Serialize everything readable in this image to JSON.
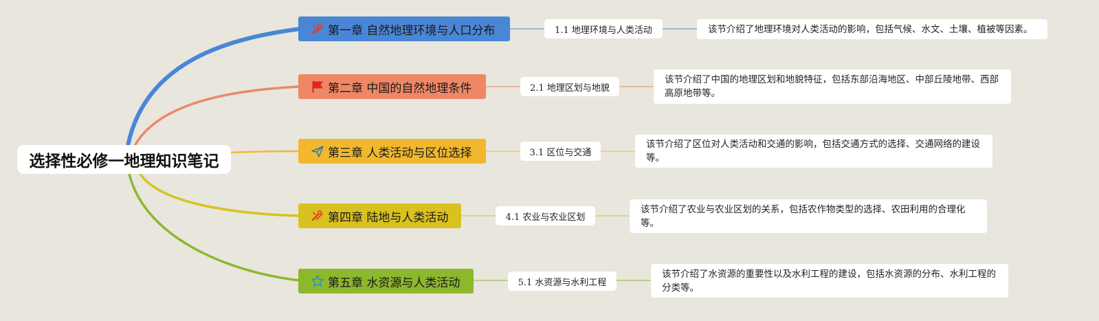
{
  "root": {
    "title": "选择性必修一地理知识笔记"
  },
  "chapters": [
    {
      "title": "第一章 自然地理环境与人口分布",
      "icon": "tools-icon",
      "color": "#4a86d6",
      "section": "1.1 地理环境与人类活动",
      "description": "该节介绍了地理环境对人类活动的影响，包括气候、水文、土壤、植被等因素。"
    },
    {
      "title": "第二章 中国的自然地理条件",
      "icon": "flag-icon",
      "color": "#ee8766",
      "section": "2.1 地理区划与地貌",
      "description": "该节介绍了中国的地理区划和地貌特征，包括东部沿海地区、中部丘陵地带、西部高原地带等。"
    },
    {
      "title": "第三章 人类活动与区位选择",
      "icon": "paper-plane-icon",
      "color": "#f1b82e",
      "section": "3.1 区位与交通",
      "description": "该节介绍了区位对人类活动和交通的影响，包括交通方式的选择、交通网络的建设等。"
    },
    {
      "title": "第四章 陆地与人类活动",
      "icon": "tools-icon",
      "color": "#d9c11f",
      "section": "4.1 农业与农业区划",
      "description": "该节介绍了农业与农业区划的关系，包括农作物类型的选择、农田利用的合理化等。"
    },
    {
      "title": "第五章 水资源与人类活动",
      "icon": "star-icon",
      "color": "#8db72c",
      "section": "5.1 水资源与水利工程",
      "description": "该节介绍了水资源的重要性以及水利工程的建设，包括水资源的分布、水利工程的分类等。"
    }
  ]
}
